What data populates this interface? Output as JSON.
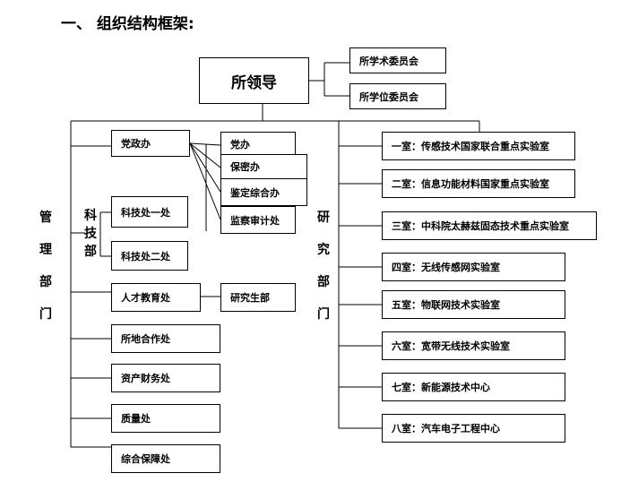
{
  "heading": "一、 组织结构框架:",
  "top": {
    "leader": "所领导",
    "committees": [
      "所学术委员会",
      "所学位委员会"
    ]
  },
  "management": {
    "label_chars": [
      "管",
      "理",
      "部",
      "门"
    ],
    "party_office": "党政办",
    "party_sub": [
      "党办",
      "保密办",
      "鉴定综合办",
      "监察审计处"
    ],
    "kejibu_chars": [
      "科",
      "技",
      "部"
    ],
    "keji_items": [
      "科技处一处",
      "科技处二处"
    ],
    "talent": "人才教育处",
    "grad": "研究生部",
    "others": [
      "所地合作处",
      "资产财务处",
      "质量处",
      "综合保障处"
    ]
  },
  "research": {
    "label_chars": [
      "研",
      "究",
      "部",
      "门"
    ],
    "labs": [
      "一室：传感技术国家联合重点实验室",
      "二室：信息功能材料国家重点实验室",
      "三室：中科院太赫兹固态技术重点实验室",
      "四室：无线传感网实验室",
      "五室：物联网技术实验室",
      "六室：宽带无线技术实验室",
      "七室：新能源技术中心",
      "八室：汽车电子工程中心"
    ]
  }
}
